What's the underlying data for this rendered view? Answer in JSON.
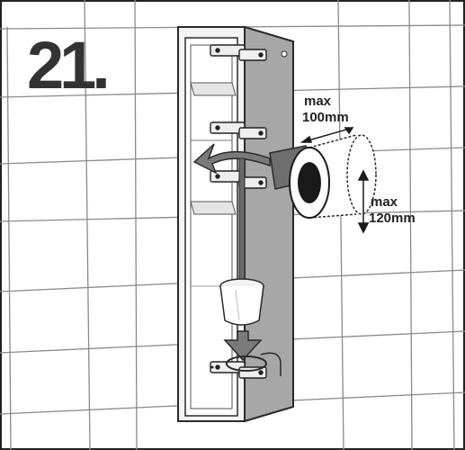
{
  "step": {
    "number": "21."
  },
  "dimensions": {
    "width_label": {
      "line1": "max",
      "line2": "100mm"
    },
    "diameter_label": {
      "line1": "max",
      "line2": "120mm"
    }
  },
  "colors": {
    "tile_grout": "#8a8a8a",
    "panel_gray": "#a7a7a7",
    "arrow_gray": "#7a7a7a",
    "outline": "#2a2a2a"
  }
}
